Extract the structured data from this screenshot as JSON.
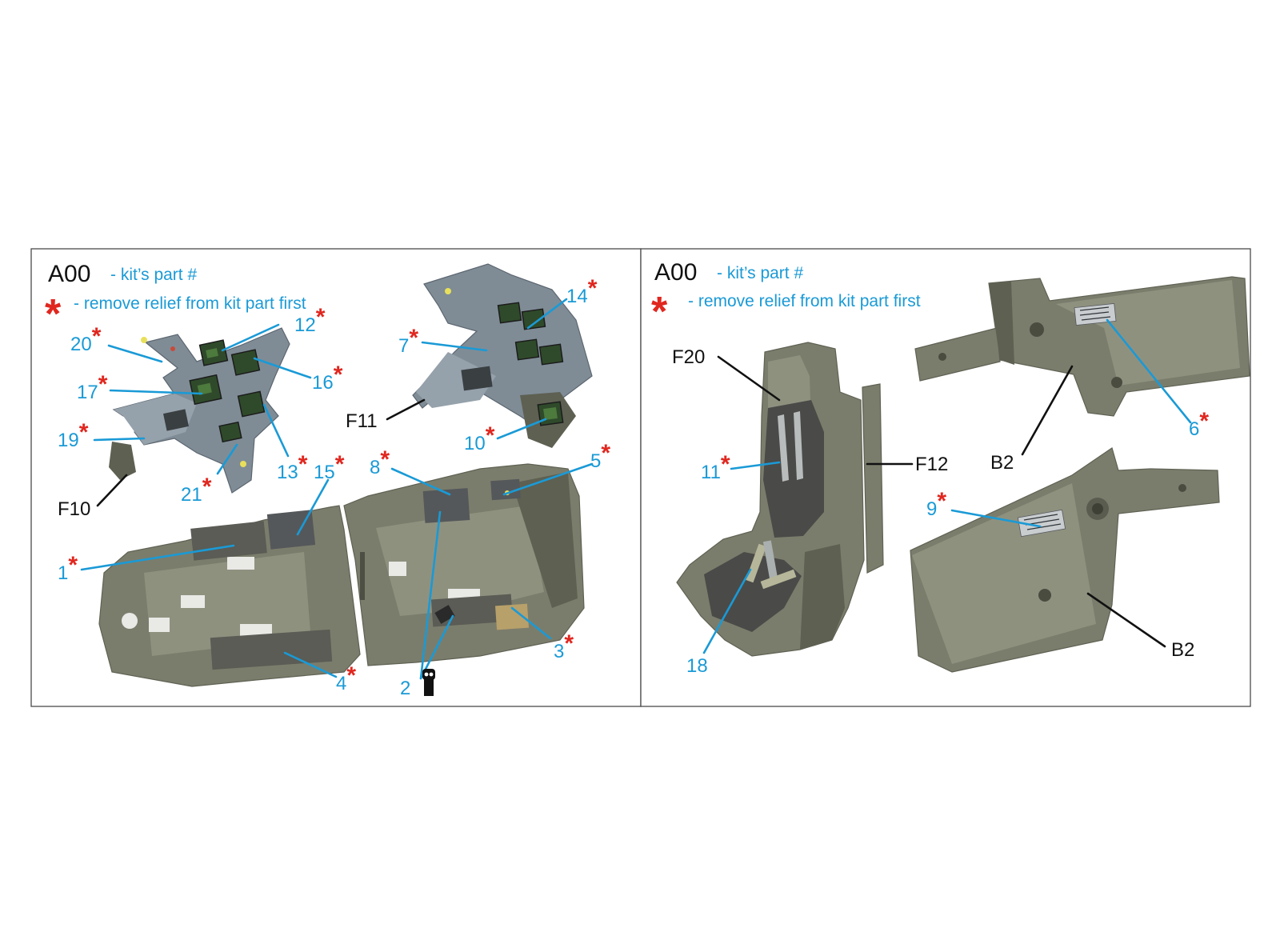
{
  "panels": [
    {
      "legend": {
        "code": "A00",
        "code_desc": "- kit’s part #",
        "star": "*",
        "star_desc": "- remove relief from kit part first"
      },
      "callouts": [
        {
          "id": "c20",
          "label": "20",
          "star": true
        },
        {
          "id": "c12",
          "label": "12",
          "star": true
        },
        {
          "id": "c16",
          "label": "16",
          "star": true
        },
        {
          "id": "c17",
          "label": "17",
          "star": true
        },
        {
          "id": "c19",
          "label": "19",
          "star": true
        },
        {
          "id": "c21",
          "label": "21",
          "star": true
        },
        {
          "id": "c13",
          "label": "13",
          "star": true
        },
        {
          "id": "c15",
          "label": "15",
          "star": true
        },
        {
          "id": "c14",
          "label": "14",
          "star": true
        },
        {
          "id": "c7",
          "label": "7",
          "star": true
        },
        {
          "id": "c10",
          "label": "10",
          "star": true
        },
        {
          "id": "c8",
          "label": "8",
          "star": true
        },
        {
          "id": "c5",
          "label": "5",
          "star": true
        },
        {
          "id": "c1",
          "label": "1",
          "star": true
        },
        {
          "id": "c3",
          "label": "3",
          "star": true
        },
        {
          "id": "c4",
          "label": "4",
          "star": true
        },
        {
          "id": "c2",
          "label": "2",
          "star": false
        }
      ],
      "part_labels": [
        {
          "id": "pF10",
          "label": "F10"
        },
        {
          "id": "pF11",
          "label": "F11"
        }
      ]
    },
    {
      "legend": {
        "code": "A00",
        "code_desc": "- kit’s part #",
        "star": "*",
        "star_desc": "- remove relief from kit part first"
      },
      "callouts": [
        {
          "id": "c11",
          "label": "11",
          "star": true
        },
        {
          "id": "c18",
          "label": "18",
          "star": false
        },
        {
          "id": "c6",
          "label": "6",
          "star": true
        },
        {
          "id": "c9",
          "label": "9",
          "star": true
        }
      ],
      "part_labels": [
        {
          "id": "pF20",
          "label": "F20"
        },
        {
          "id": "pF12",
          "label": "F12"
        },
        {
          "id": "pB2a",
          "label": "B2"
        },
        {
          "id": "pB2b",
          "label": "B2"
        }
      ]
    }
  ],
  "colors": {
    "callout_blue": "#1a9ad6",
    "star_red": "#e0271f",
    "resin_grey": "#7b7d6c",
    "panel_grey_blue": "#7f8c96"
  },
  "icons": [
    "seatbelt-clip-icon"
  ]
}
